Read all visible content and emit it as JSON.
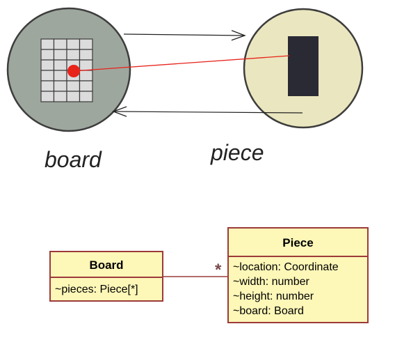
{
  "illustration": {
    "board_caption": "board",
    "piece_caption": "piece",
    "board_grid": {
      "rows": 6,
      "cols": 4,
      "highlight_cell": [
        2,
        2
      ]
    },
    "colors": {
      "board_circle": "#9ea79e",
      "piece_circle": "#eae6bf",
      "circle_stroke": "#3d3d3d",
      "grid_cell": "#dcdcdc",
      "grid_line": "#3a3a3a",
      "marker": "#e8231a",
      "link_line": "#e8231a",
      "piece_block": "#2a2a35",
      "arrow": "#222222"
    }
  },
  "uml": {
    "board": {
      "name": "Board",
      "attributes": [
        "~pieces: Piece[*]"
      ]
    },
    "piece": {
      "name": "Piece",
      "attributes": [
        "~location: Coordinate",
        "~width: number",
        "~height: number",
        "~board: Board"
      ]
    },
    "association": {
      "multiplicity": "*"
    },
    "colors": {
      "fill": "#fdf7b8",
      "border": "#9c3a3a"
    }
  }
}
